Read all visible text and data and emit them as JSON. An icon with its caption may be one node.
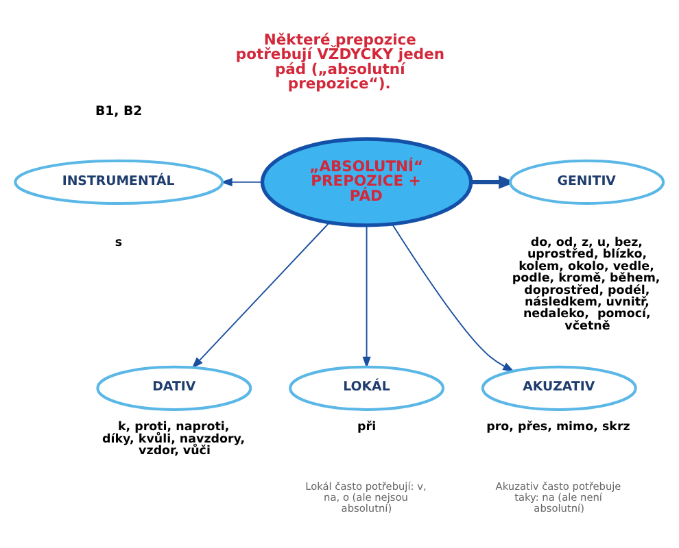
{
  "diagram": {
    "title": "Některé prepozice potřebují VŽDYCKY jeden pád („absolutní prepozice“).",
    "nodes": [
      {
        "text": [
          "„ABSOLUTNÍ“ PREPOZICE + PÁD"
        ]
      },
      {
        "text": [
          "GENITIV"
        ],
        "beside": [
          "do, od, z, u, bez, uprostřed, blízko, kolem, okolo, vedle, podle, kromě, během, doprostřed, podél, následkem, uvnitř, nedaleko,  pomocí, včetně"
        ]
      },
      {
        "text": [
          "INSTRUMENTÁL"
        ],
        "beside": [
          "s"
        ]
      },
      {
        "text": [
          "LOKÁL"
        ],
        "beside": [
          "při"
        ]
      },
      {
        "text": [
          "AKUZATIV"
        ],
        "beside": [
          "pro, přes, mimo, skrz"
        ]
      },
      {
        "text": [
          "DATIV"
        ],
        "beside": [
          "k, proti, naproti, díky, kvůli, navzdory, vzdor, vůči"
        ]
      }
    ],
    "edges": [
      {
        "from": 0,
        "to": 1,
        "arrow": "to",
        "style": "thick"
      },
      {
        "from": 0,
        "to": 2,
        "arrow": "to"
      },
      {
        "from": 0,
        "to": 3,
        "arrow": "to"
      },
      {
        "from": 0,
        "to": 4,
        "arrow": "to"
      },
      {
        "from": 0,
        "to": 5,
        "arrow": "to"
      }
    ],
    "labels": [
      "B1, B2",
      "Lokál často potřebují: v, na, o (ale nejsou absolutní)",
      "Akuzativ často potřebuje taky: na (ale není absolutní)"
    ]
  }
}
